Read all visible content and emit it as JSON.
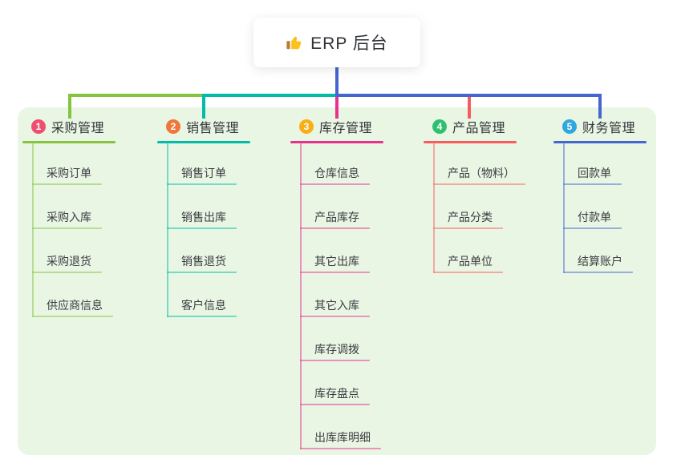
{
  "root": {
    "label": "ERP 后台",
    "icon": "thumbs-up"
  },
  "panel": {
    "background": "#E9F6E4"
  },
  "branches": [
    {
      "index": "1",
      "title": "采购管理",
      "badge_color": "#EF4F6E",
      "line_color": "#86C440",
      "children": [
        "采购订单",
        "采购入库",
        "采购退货",
        "供应商信息"
      ]
    },
    {
      "index": "2",
      "title": "销售管理",
      "badge_color": "#F0773C",
      "line_color": "#00BCA8",
      "children": [
        "销售订单",
        "销售出库",
        "销售退货",
        "客户信息"
      ]
    },
    {
      "index": "3",
      "title": "库存管理",
      "badge_color": "#F8AE16",
      "line_color": "#E8308F",
      "children": [
        "仓库信息",
        "产品库存",
        "其它出库",
        "其它入库",
        "库存调拨",
        "库存盘点",
        "出库库明细"
      ]
    },
    {
      "index": "4",
      "title": "产品管理",
      "badge_color": "#2EC06E",
      "line_color": "#F95B60",
      "children": [
        "产品（物料）",
        "产品分类",
        "产品单位"
      ]
    },
    {
      "index": "5",
      "title": "财务管理",
      "badge_color": "#30A7E0",
      "line_color": "#4566D1",
      "children": [
        "回款单",
        "付款单",
        "结算账户"
      ]
    }
  ],
  "colors": {
    "root_connector": "#4566D1",
    "title_text": "#34343A",
    "child_text": "#3C3C42",
    "canvas_bg": "#FFFFFF"
  }
}
